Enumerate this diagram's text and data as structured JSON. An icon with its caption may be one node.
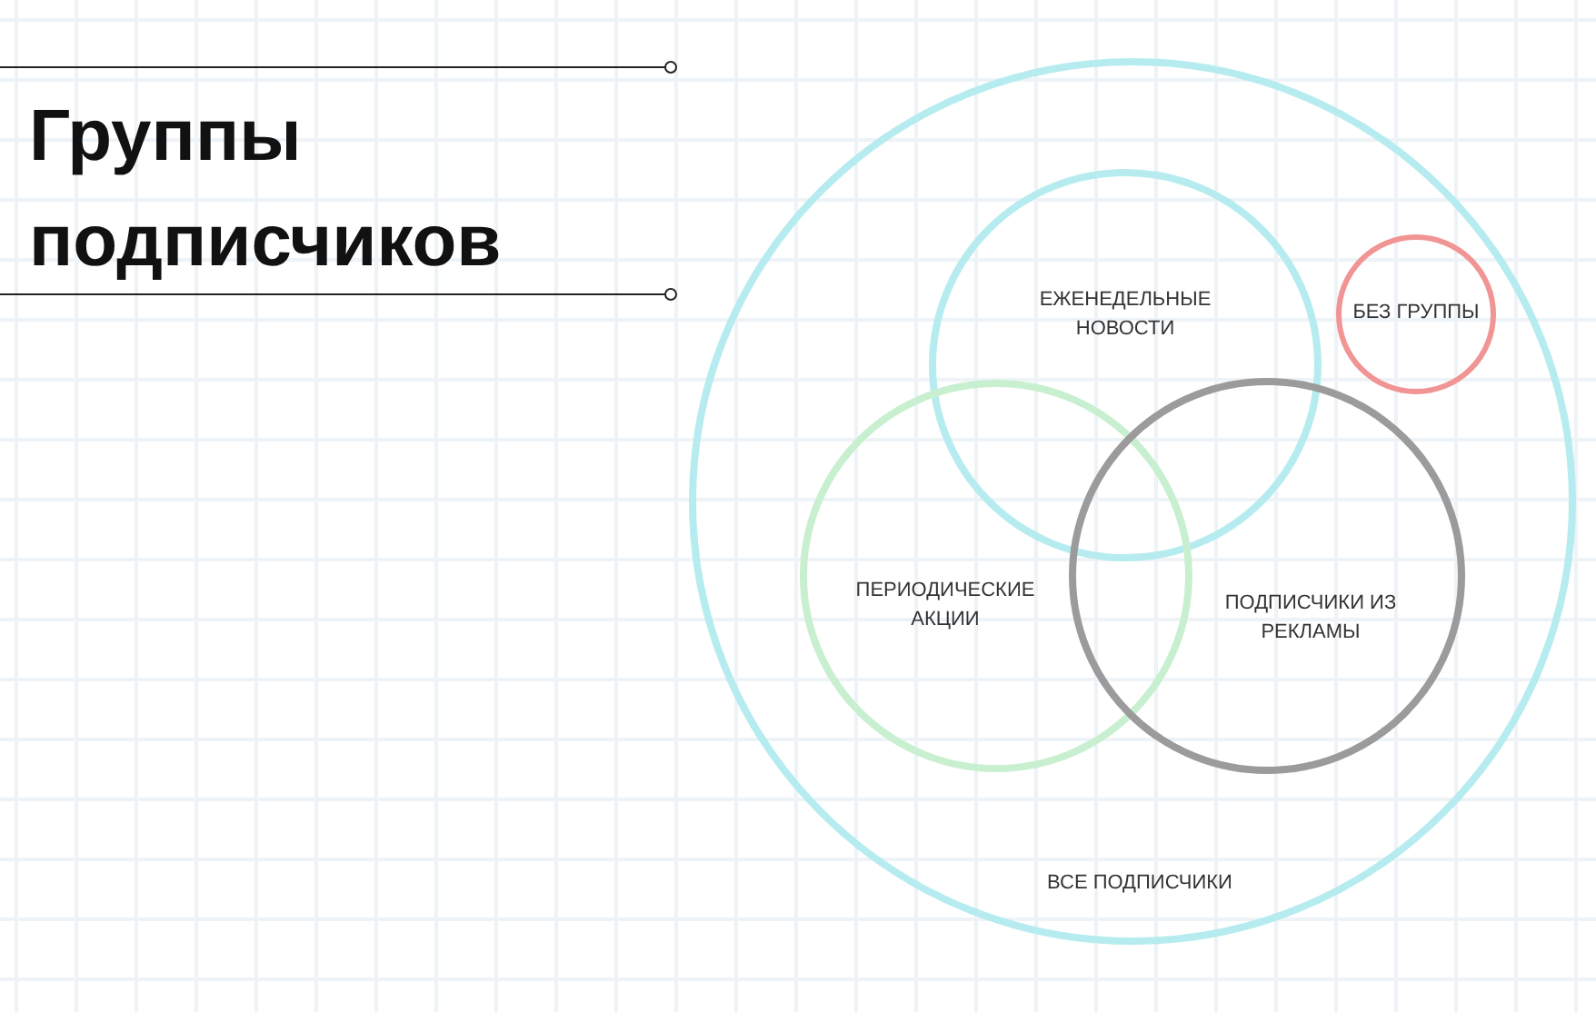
{
  "diagram": {
    "title": "Группы подписчиков",
    "nodes": [
      {
        "text": [
          "ВСЕ ПОДПИСЧИКИ"
        ]
      },
      {
        "text": [
          "ЕЖЕНЕДЕЛЬНЫЕ НОВОСТИ"
        ],
        "in": 0
      },
      {
        "text": [
          "ПЕРИОДИЧЕСКИЕ АКЦИИ"
        ],
        "in": 0
      },
      {
        "text": [
          "ПОДПИСЧИКИ ИЗ РЕКЛАМЫ"
        ],
        "in": 0
      },
      {
        "text": [
          "БЕЗ ГРУППЫ"
        ],
        "in": 0
      }
    ],
    "edges": []
  }
}
